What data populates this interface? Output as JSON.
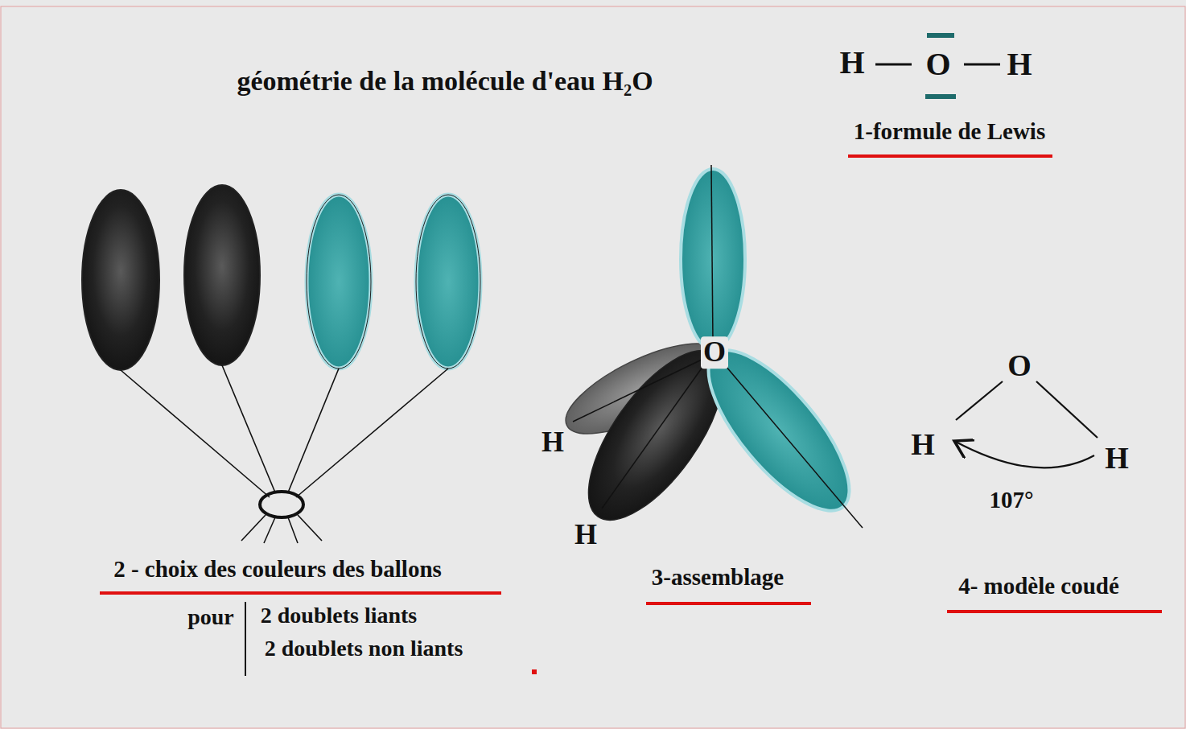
{
  "diagram": {
    "title": "géométrie de la molécule d'eau H₂O",
    "labels": [
      "H",
      "O",
      "H",
      "1-formule de Lewis",
      "2 - choix des couleurs des ballons",
      "pour",
      "2 doublets liants",
      "2 doublets non liants",
      "O",
      "H",
      "H",
      "3-assemblage",
      "O",
      "H",
      "H",
      "107°",
      "4- modèle coudé"
    ]
  }
}
